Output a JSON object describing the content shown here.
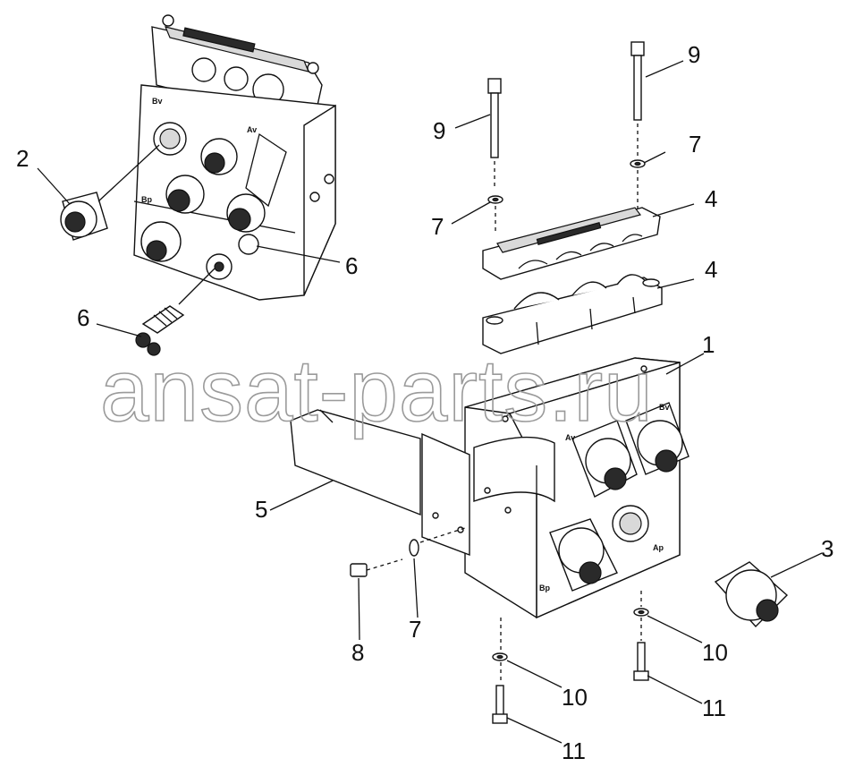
{
  "watermark": "ansat-parts.ru",
  "callouts": {
    "c1": "1",
    "c2": "2",
    "c3": "3",
    "c4a": "4",
    "c4b": "4",
    "c5": "5",
    "c6a": "6",
    "c6b": "6",
    "c7a": "7",
    "c7b": "7",
    "c7c": "7",
    "c8": "8",
    "c9a": "9",
    "c9b": "9",
    "c10a": "10",
    "c10b": "10",
    "c11a": "11",
    "c11b": "11"
  },
  "ports": {
    "valve_bv": "Bv",
    "valve_av": "Av",
    "valve_bp": "Bp",
    "block_av": "Av",
    "block_bv": "Bv",
    "block_ap": "Ap",
    "block_bp": "Bp"
  }
}
